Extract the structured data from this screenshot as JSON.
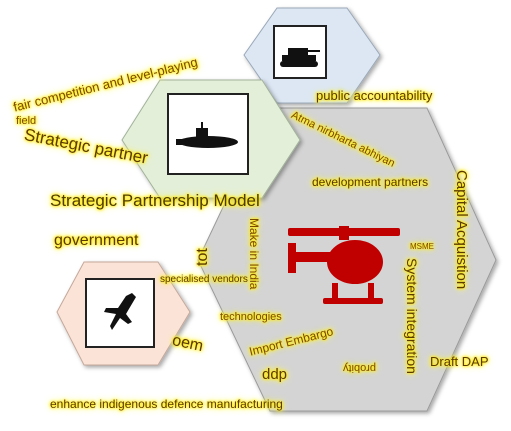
{
  "colors": {
    "hex_center": "#d3d3d3",
    "hex_green": "#e4efd9",
    "hex_blue": "#dde7f4",
    "hex_peach": "#fbe3d8",
    "helicopter": "#c00000",
    "word_glow": "#ffe800",
    "word_text": "#6b4200"
  },
  "icons": {
    "tank": "tank-icon",
    "submarine": "submarine-icon",
    "jet": "fighter-jet-icon",
    "helicopter": "helicopter-icon"
  },
  "words": {
    "fair_competition": "fair competition and level-playing",
    "field": "field",
    "strategic_partner": "Strategic partner",
    "public_accountability": "public accountability",
    "atma": "Atma nirbharta abhiyan",
    "development_partners": "development partners",
    "capital_acquisition": "Capital Acquistion",
    "strategic_partnership_model": "Strategic Partnership Model",
    "government": "government",
    "tot": "tot",
    "make_in_india": "Make in India",
    "msme": "MSME",
    "specialised_vendors": "specialised vendors",
    "system_integration": "System integration",
    "technologies": "technologies",
    "import_embargo": "Import Embargo",
    "oem": "oem",
    "ddp": "ddp",
    "probity": "probity",
    "draft_dap": "Draft DAP",
    "enhance": "enhance indigenous defence manufacturing"
  }
}
